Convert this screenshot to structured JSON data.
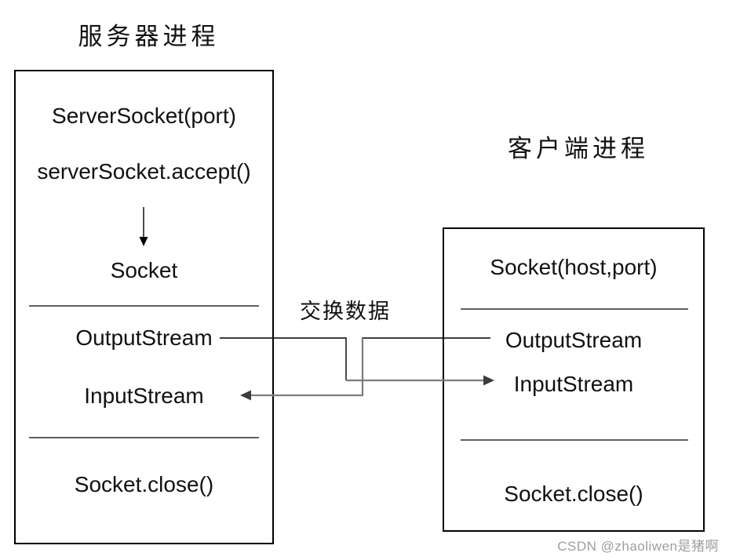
{
  "diagram": {
    "server": {
      "title": "服务器进程",
      "steps": {
        "create": "ServerSocket(port)",
        "accept": "serverSocket.accept()",
        "socket": "Socket",
        "output_stream": "OutputStream",
        "input_stream": "InputStream",
        "close": "Socket.close()"
      }
    },
    "client": {
      "title": "客户端进程",
      "steps": {
        "create": "Socket(host,port)",
        "output_stream": "OutputStream",
        "input_stream": "InputStream",
        "close": "Socket.close()"
      }
    },
    "exchange_label": "交换数据",
    "watermark": "CSDN @zhaoliwen是猪啊"
  },
  "colors": {
    "background": "#ffffff",
    "box_border": "#000000",
    "text": "#111111",
    "separator_line": "#000000",
    "connector_line": "#000000",
    "arrow_line": "#7d7d7d",
    "arrow_head": "#3c3c3c",
    "watermark": "#9e9e9e"
  }
}
